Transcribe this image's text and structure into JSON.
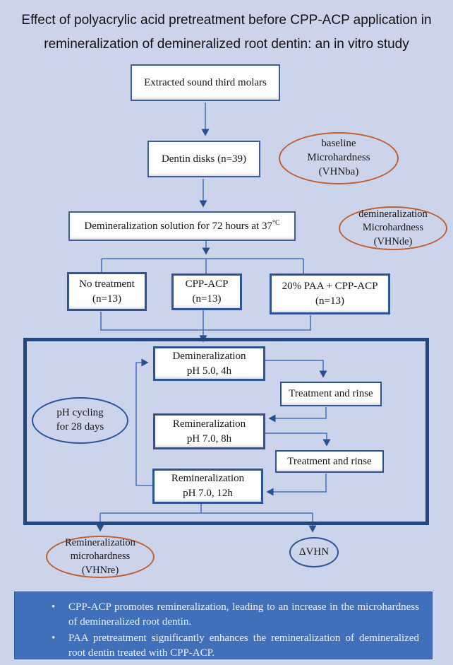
{
  "colors": {
    "background": "#ccd4ec",
    "connector_line": "#4b72b6",
    "arrow_head": "#28508f",
    "box_border": "#3d5e96",
    "dark_box_border": "#2e5496",
    "container_border": "#24477f",
    "ellipse_orange": "#c05f2c",
    "panel_blue": "#4170ba",
    "panel_text": "#eef1fb"
  },
  "title": {
    "line1": "Effect of polyacrylic acid pretreatment before CPP-ACP application in",
    "line2": "remineralization of demineralized root dentin: an in vitro study"
  },
  "flow": {
    "molars": "Extracted sound third molars",
    "disks": "Dentin disks (n=39)",
    "demin_main": "Demineralization solution for 72 hours at 37",
    "demin_sup": "°C"
  },
  "groups": {
    "no_treatment": {
      "l1": "No treatment",
      "l2": "(n=13)"
    },
    "cpp_acp": {
      "l1": "CPP-ACP",
      "l2": "(n=13)"
    },
    "paa": {
      "l1": "20% PAA + CPP-ACP",
      "l2": "(n=13)"
    }
  },
  "cycle": {
    "demin": {
      "l1": "Demineralization",
      "l2": "pH 5.0, 4h"
    },
    "treat1": "Treatment and rinse",
    "remin8": {
      "l1": "Remineralization",
      "l2": "pH 7.0, 8h"
    },
    "treat2": "Treatment and rinse",
    "remin12": {
      "l1": "Remineralization",
      "l2": "pH 7.0, 12h"
    },
    "ph": {
      "l1": "pH cycling",
      "l2": "for 28 days"
    }
  },
  "ellipses": {
    "baseline": {
      "l1": "baseline",
      "l2": "Microhardness",
      "l3": "(VHNba)"
    },
    "demin": {
      "l1": "demineralization",
      "l2": "Microhardness",
      "l3": "(VHNde)"
    },
    "vhnre": {
      "l1": "Remineralization",
      "l2": "microhardness",
      "l3": "(VHNre)"
    },
    "dvhn": "ΔVHN"
  },
  "footer": {
    "bullet": "•",
    "bullets": [
      "CPP-ACP promotes remineralization, leading to an increase in the microhardness of demineralized root dentin.",
      "PAA pretreatment significantly enhances the remineralization of demineralized root dentin treated with CPP-ACP."
    ]
  }
}
